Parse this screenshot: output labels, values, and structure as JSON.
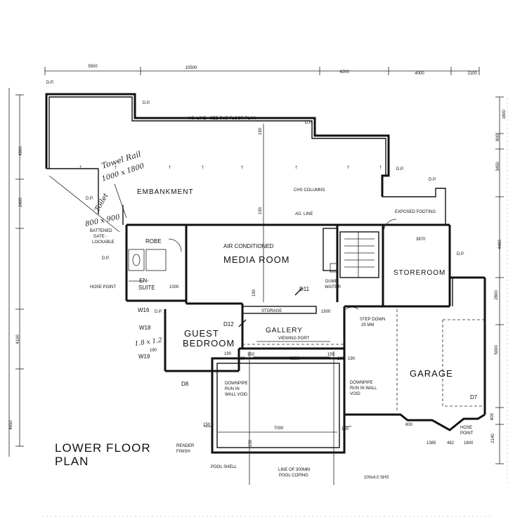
{
  "title": {
    "line1": "LOWER FLOOR",
    "line2": "PLAN"
  },
  "dimensions": {
    "top": [
      "5500",
      "10500",
      "4200",
      "4000",
      "2100"
    ],
    "right": [
      "1600",
      "800",
      "3450",
      "4460",
      "2800",
      "5000",
      "800",
      "2140"
    ],
    "left": [
      "4900",
      "2400",
      "4100",
      "4650"
    ],
    "pool_width": "7000",
    "gallery_width": "5550",
    "storeroom_width": "3870",
    "garage_bottom": [
      "1385",
      "462",
      "1800"
    ],
    "misc": [
      "190",
      "190",
      "190",
      "190",
      "190",
      "190",
      "150",
      "150",
      "150",
      "150",
      "150",
      "1000",
      "1500",
      "800",
      "190",
      "190"
    ]
  },
  "rooms": {
    "embankment": "EMBANKMENT",
    "media": "MEDIA  ROOM",
    "air_conditioned": "AIR CONDITIONED",
    "robe": "ROBE",
    "ensuite_1": "EN-",
    "ensuite_2": "SUITE",
    "storage": "STORAGE",
    "gallery": "GALLERY",
    "viewing_port": "VIEWING PORT",
    "guest_1": "GUEST",
    "guest_2": "BEDROOM",
    "storeroom": "STOREROOM",
    "garage": "GARAGE",
    "exposed_footing": "EXPOSED FOOTING"
  },
  "notes": {
    "ag_line_top": "AG. LINE - SEE SUB FLOOR PLAN",
    "ag_line": "AG. LINE",
    "chs_columns": "CHS COLUMNS",
    "dp": "D.P.",
    "battened_1": "BATTENED",
    "battened_2": "GATE -",
    "battened_3": "LOCKABLE",
    "hose_point": "HOSE POINT",
    "hose_point_1": "HOSE",
    "hose_point_2": "POINT",
    "dumb_1": "DUMB",
    "dumb_2": "WAITER",
    "step_1": "STEP DOWN",
    "step_2": "25 MM",
    "downpipe_1": "DOWNPIPE",
    "downpipe_2": "RUN IN",
    "downpipe_3": "WALL VOID",
    "downpipe_r1": "DOWNPIPE",
    "downpipe_r2": "RUN IN WALL",
    "downpipe_r3": "VOID",
    "render_1": "RENDER",
    "render_2": "FINISH",
    "pool_shell": "POOL SHELL",
    "coping_1": "LINE OF 300MM",
    "coping_2": "POOL COPING",
    "shs": "100x4.0 SHS"
  },
  "tags": {
    "d7": "D7",
    "d8": "D8",
    "d11": "D11",
    "d12": "D12",
    "w16": "W16",
    "w18": "W18",
    "w19": "W19"
  },
  "handwriting": {
    "towel_1": "Towel Rail",
    "towel_2": "1000 x 1800",
    "mirror_1": "Toilet",
    "mirror_2": "800 x 900",
    "w18_note": "1.8 x 1.2"
  }
}
